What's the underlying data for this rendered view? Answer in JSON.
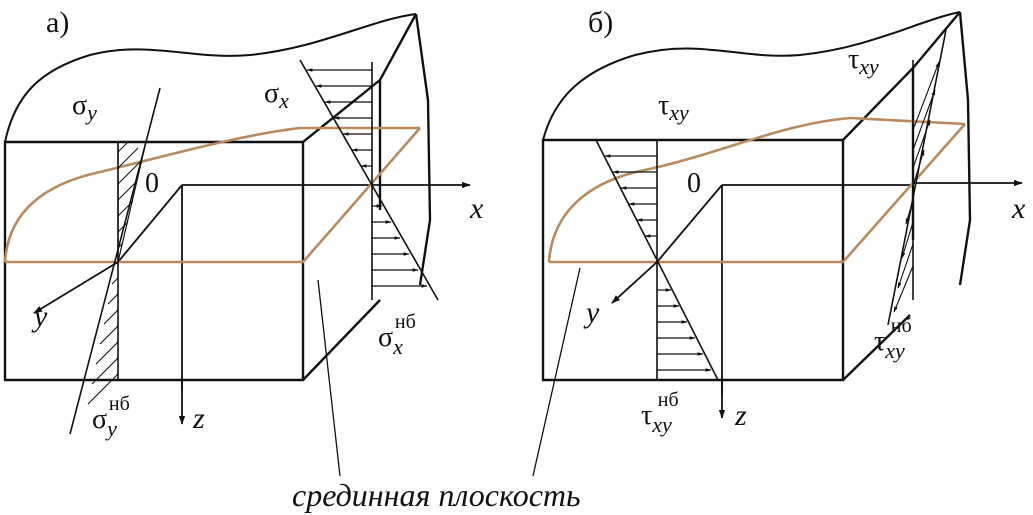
{
  "panel_a": {
    "label": "а)",
    "sigma_y": {
      "main": "σ",
      "sub": "y"
    },
    "sigma_x": {
      "main": "σ",
      "sub": "x"
    },
    "origin": "0",
    "axis_x": "x",
    "axis_y": "y",
    "axis_z": "z",
    "sigma_x_nb": {
      "main": "σ",
      "sub": "x",
      "sup": "нб"
    },
    "sigma_y_nb": {
      "main": "σ",
      "sub": "y",
      "sup": "нб"
    }
  },
  "panel_b": {
    "label": "б)",
    "tau_xy_front": {
      "main": "τ",
      "sub": "xy"
    },
    "tau_xy_side": {
      "main": "τ",
      "sub": "xy"
    },
    "origin": "0",
    "axis_x": "x",
    "axis_y": "y",
    "axis_z": "z",
    "tau_xy_nb_side": {
      "main": "τ",
      "sub": "xy",
      "sup": "нб"
    },
    "tau_xy_nb_bottom": {
      "main": "τ",
      "sub": "xy",
      "sup": "нб"
    }
  },
  "caption": "срединная плоскость",
  "colors": {
    "ink": "#111111",
    "midplane": "#b98a5e"
  }
}
